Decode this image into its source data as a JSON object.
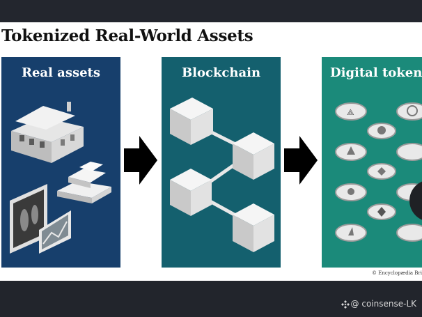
{
  "slide": {
    "title": "Tokenized Real-World Assets",
    "panels": [
      {
        "label": "Real assets"
      },
      {
        "label": "Blockchain"
      },
      {
        "label": "Digital tokens"
      }
    ],
    "credit": "© Encyclopædia Britannica"
  },
  "watermark": {
    "text": "@ coinsense-LK",
    "icon": "binance-diamond-icon"
  },
  "colors": {
    "real_assets_panel": "#173f6c",
    "blockchain_panel": "#14606e",
    "tokens_panel": "#1b8a7a",
    "background": "#22252c"
  }
}
